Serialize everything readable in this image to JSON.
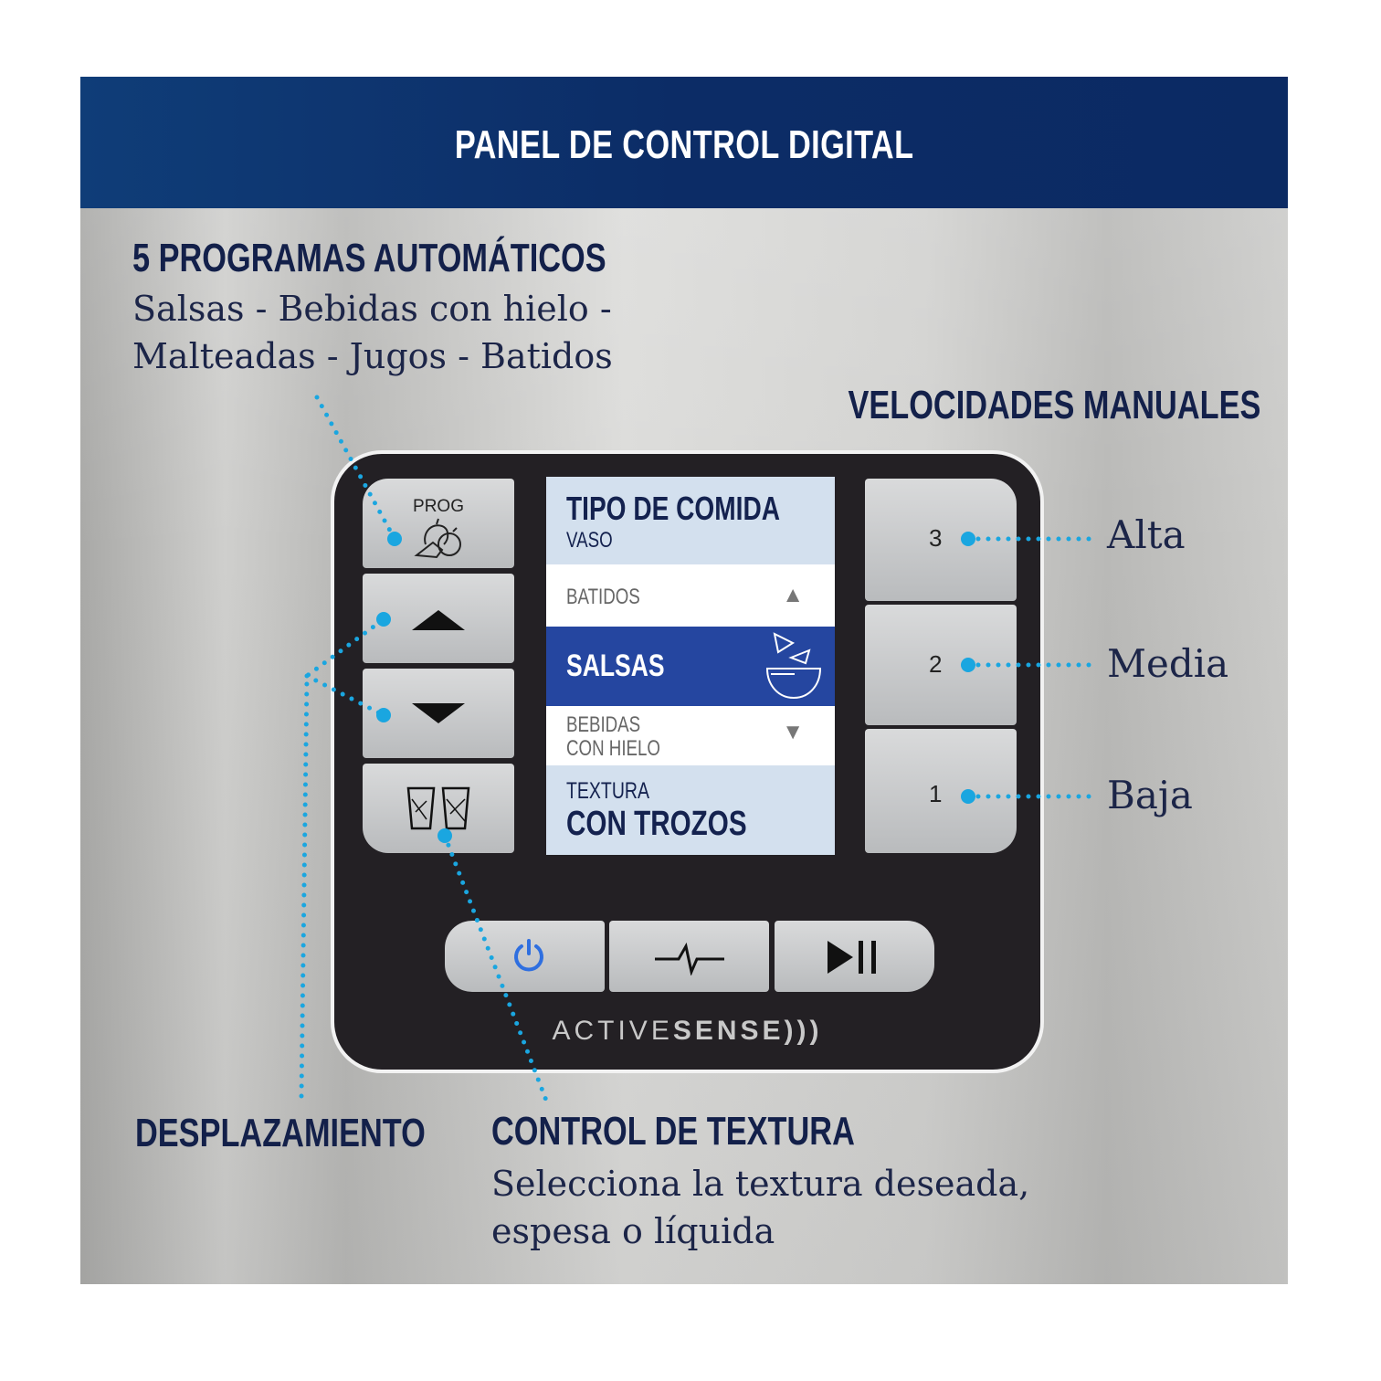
{
  "header": {
    "title": "PANEL DE CONTROL DIGITAL"
  },
  "programs": {
    "heading": "5 PROGRAMAS AUTOMÁTICOS",
    "line1": "Salsas - Bebidas con hielo -",
    "line2": "Malteadas - Jugos - Batidos"
  },
  "speeds": {
    "heading": "VELOCIDADES MANUALES",
    "items": [
      {
        "num": "3",
        "label": "Alta"
      },
      {
        "num": "2",
        "label": "Media"
      },
      {
        "num": "1",
        "label": "Baja"
      }
    ]
  },
  "panel": {
    "prog_label": "PROG",
    "brand_light": "ACTIVE",
    "brand_bold": "SENSE"
  },
  "screen": {
    "food_type": "TIPO DE COMIDA",
    "vessel": "VASO",
    "prev_item": "BATIDOS",
    "selected_item": "SALSAS",
    "next_item_1": "BEBIDAS",
    "next_item_2": "CON HIELO",
    "texture_label": "TEXTURA",
    "texture_value": "CON TROZOS"
  },
  "scroll": {
    "heading": "DESPLAZAMIENTO"
  },
  "texture": {
    "heading": "CONTROL DE TEXTURA",
    "line1": "Selecciona la textura deseada,",
    "line2": "espesa o líquida"
  },
  "colors": {
    "navy": "#0c2c66",
    "accent": "#2546a0",
    "dots": "#1aa6e0"
  }
}
